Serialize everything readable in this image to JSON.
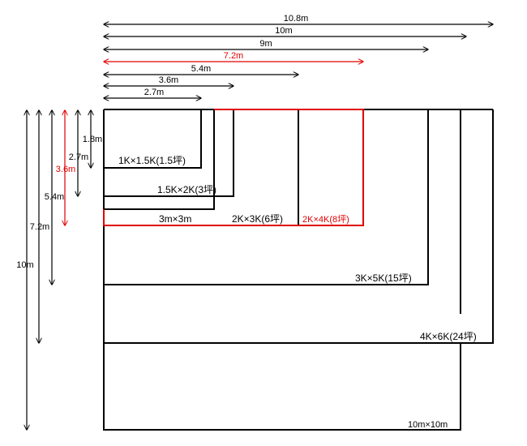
{
  "colors": {
    "default": "#000000",
    "highlight": "#e00000"
  },
  "horizontal_dimensions": [
    {
      "id": "h-10-8",
      "label": "10.8m",
      "highlight": false
    },
    {
      "id": "h-10",
      "label": "10m",
      "highlight": false
    },
    {
      "id": "h-9",
      "label": "9m",
      "highlight": false
    },
    {
      "id": "h-7-2",
      "label": "7.2m",
      "highlight": true
    },
    {
      "id": "h-5-4",
      "label": "5.4m",
      "highlight": false
    },
    {
      "id": "h-3-6",
      "label": "3.6m",
      "highlight": false
    },
    {
      "id": "h-2-7",
      "label": "2.7m",
      "highlight": false
    }
  ],
  "vertical_dimensions": [
    {
      "id": "v-10",
      "label": "10m",
      "highlight": false
    },
    {
      "id": "v-7-2",
      "label": "7.2m",
      "highlight": false
    },
    {
      "id": "v-5-4",
      "label": "5.4m",
      "highlight": false
    },
    {
      "id": "v-3-6",
      "label": "3.6m",
      "highlight": true
    },
    {
      "id": "v-2-7",
      "label": "2.7m",
      "highlight": false
    },
    {
      "id": "v-1-8",
      "label": "1.8m",
      "highlight": false
    }
  ],
  "areas": [
    {
      "id": "area-1k",
      "label": "1K×1.5K(1.5坪)",
      "highlight": false
    },
    {
      "id": "area-1-5k",
      "label": "1.5K×2K(3坪)",
      "highlight": false
    },
    {
      "id": "area-3m",
      "label": "3m×3m",
      "highlight": false
    },
    {
      "id": "area-2k",
      "label": "2K×3K(6坪)",
      "highlight": false
    },
    {
      "id": "area-2k4k",
      "label": "2K×4K(8坪)",
      "highlight": true
    },
    {
      "id": "area-3k",
      "label": "3K×5K(15坪)",
      "highlight": false
    },
    {
      "id": "area-4k",
      "label": "4K×6K(24坪)",
      "highlight": false
    },
    {
      "id": "area-10m",
      "label": "10m×10m",
      "highlight": false
    }
  ]
}
